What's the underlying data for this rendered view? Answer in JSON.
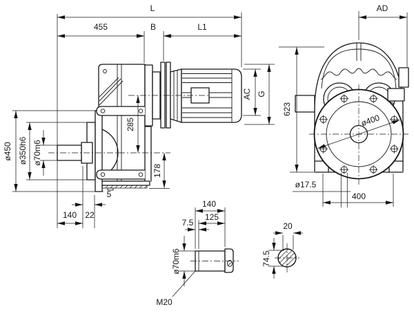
{
  "views": {
    "side": {
      "dims": {
        "L": "L",
        "len455": "455",
        "B": "B",
        "L1": "L1",
        "dia450": "ø450",
        "dia350": "ø350h6",
        "dia70": "ø70m6",
        "len285": "285",
        "len178": "178",
        "len5": "5",
        "len140": "140",
        "len22": "22",
        "AC": "AC",
        "G": "G"
      }
    },
    "front": {
      "dims": {
        "AD": "AD",
        "len623": "623",
        "dia400": "ø400",
        "dia17_5": "ø17.5",
        "len400": "400"
      }
    },
    "shaft_detail": {
      "dims": {
        "len140": "140",
        "len125": "125",
        "len7_5": "7.5",
        "dia70": "ø70m6",
        "thread": "M20"
      }
    },
    "key_section": {
      "dims": {
        "len20": "20",
        "len74_5": "74.5"
      }
    }
  },
  "colors": {
    "line": "#161616",
    "background": "#ffffff"
  }
}
